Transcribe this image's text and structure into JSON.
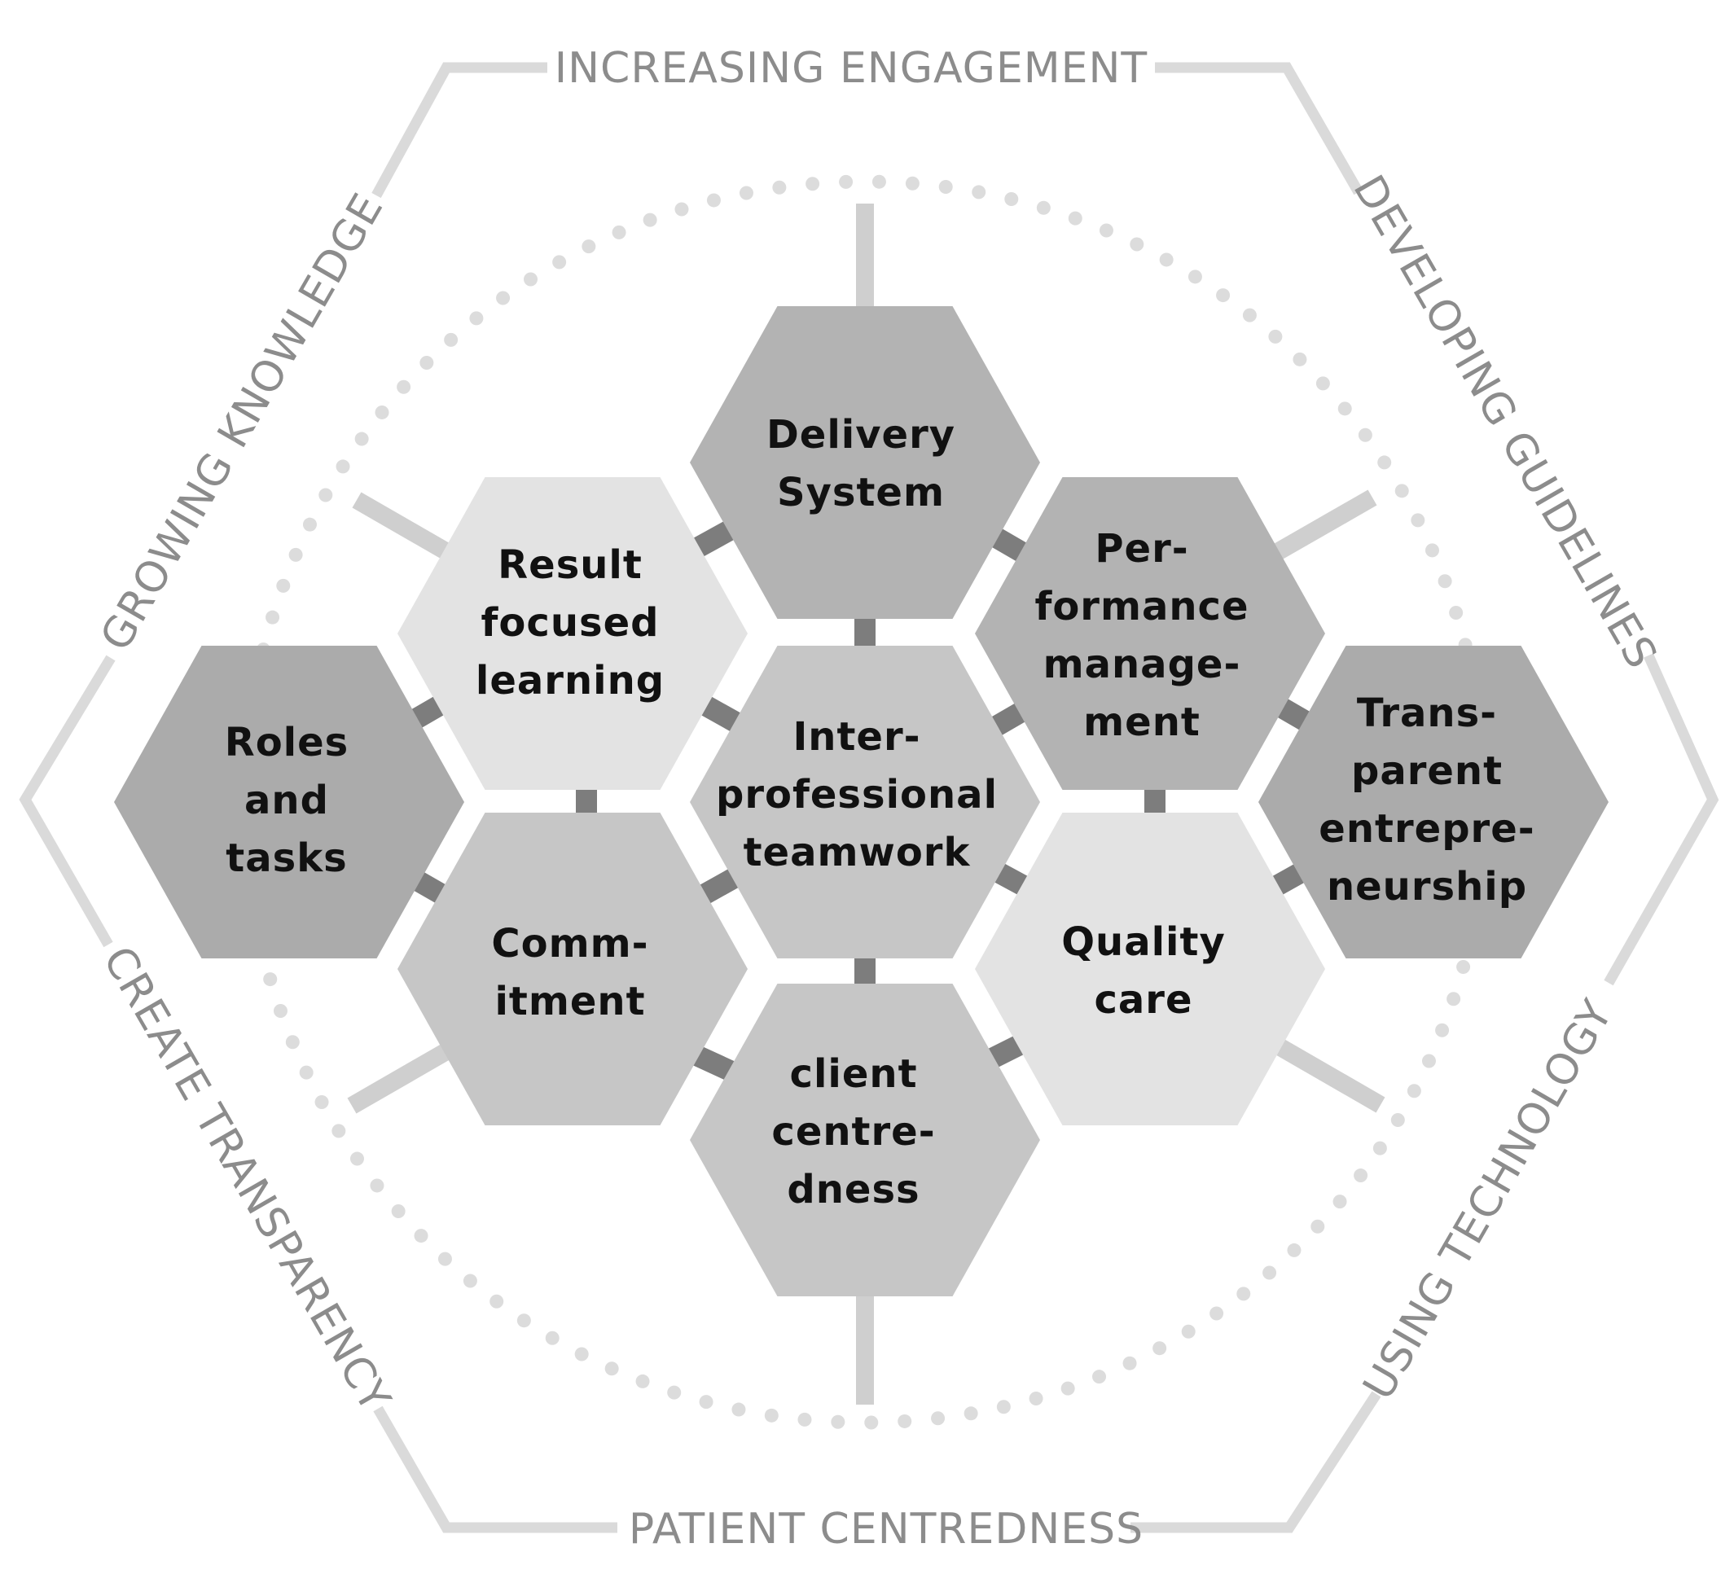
{
  "outer_labels": {
    "top": "INCREASING ENGAGEMENT",
    "top_right": "DEVELOPING GUIDELINES",
    "bottom_right": "USING TECHNOLOGY",
    "bottom": "PATIENT CENTREDNESS",
    "bottom_left": "CREATE TRANSPARENCY",
    "top_left": "GROWING KNOWLEDGE"
  },
  "hexagons": [
    {
      "id": "delivery-system",
      "lines": [
        "Delivery",
        "System"
      ],
      "fill": "#b3b3b3"
    },
    {
      "id": "result-focused-learning",
      "lines": [
        "Result",
        "focused",
        "learning"
      ],
      "fill": "#e3e3e3"
    },
    {
      "id": "performance-management",
      "lines": [
        "Per-",
        "formance",
        "manage-",
        "ment"
      ],
      "fill": "#b3b3b3"
    },
    {
      "id": "roles-and-tasks",
      "lines": [
        "Roles",
        "and",
        "tasks"
      ],
      "fill": "#ababab"
    },
    {
      "id": "interprofessional-teamwork",
      "lines": [
        "Inter-",
        "professional",
        "teamwork"
      ],
      "fill": "#c6c6c6"
    },
    {
      "id": "transparent-entrepreneurship",
      "lines": [
        "Trans-",
        "parent",
        "entrepre-",
        "neurship"
      ],
      "fill": "#ababab"
    },
    {
      "id": "commitment",
      "lines": [
        "Comm-",
        "itment"
      ],
      "fill": "#c6c6c6"
    },
    {
      "id": "quality-care",
      "lines": [
        "Quality",
        "care"
      ],
      "fill": "#e3e3e3"
    },
    {
      "id": "client-centredness",
      "lines": [
        "client",
        "centre-",
        "dness"
      ],
      "fill": "#c6c6c6"
    }
  ],
  "colors": {
    "outer_frame": "#dadada",
    "outer_text": "#8c8c8c",
    "spokes": "#cfcfcf",
    "dots": "#dcdcdc",
    "connectors": "#7d7d7d",
    "hex_text": "#111111"
  }
}
